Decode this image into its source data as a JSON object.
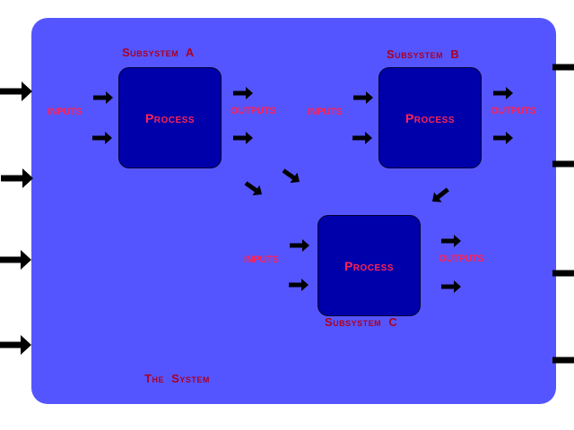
{
  "system": {
    "label": "The  System"
  },
  "subsystems": [
    {
      "id": "A",
      "title": "Subsystem  A",
      "process": "Process",
      "inputs_label": "INPUTS",
      "outputs_label": "OUTPUTS"
    },
    {
      "id": "B",
      "title": "Subsystem  B",
      "process": "Process",
      "inputs_label": "INPUTS",
      "outputs_label": "OUTPUTS"
    },
    {
      "id": "C",
      "title": "Subsystem  C",
      "process": "Process",
      "inputs_label": "INPUTS",
      "outputs_label": "OUTPUTS"
    }
  ],
  "colors": {
    "system_fill": "#5555ff",
    "process_fill": "#0000aa",
    "title_text": "#aa0022",
    "label_text": "#ff2255",
    "arrow": "#000000"
  },
  "arrows": {
    "external_inputs": 4,
    "external_outputs": 4,
    "flows": [
      "A-to-C",
      "A-to-C",
      "B-to-C"
    ]
  }
}
